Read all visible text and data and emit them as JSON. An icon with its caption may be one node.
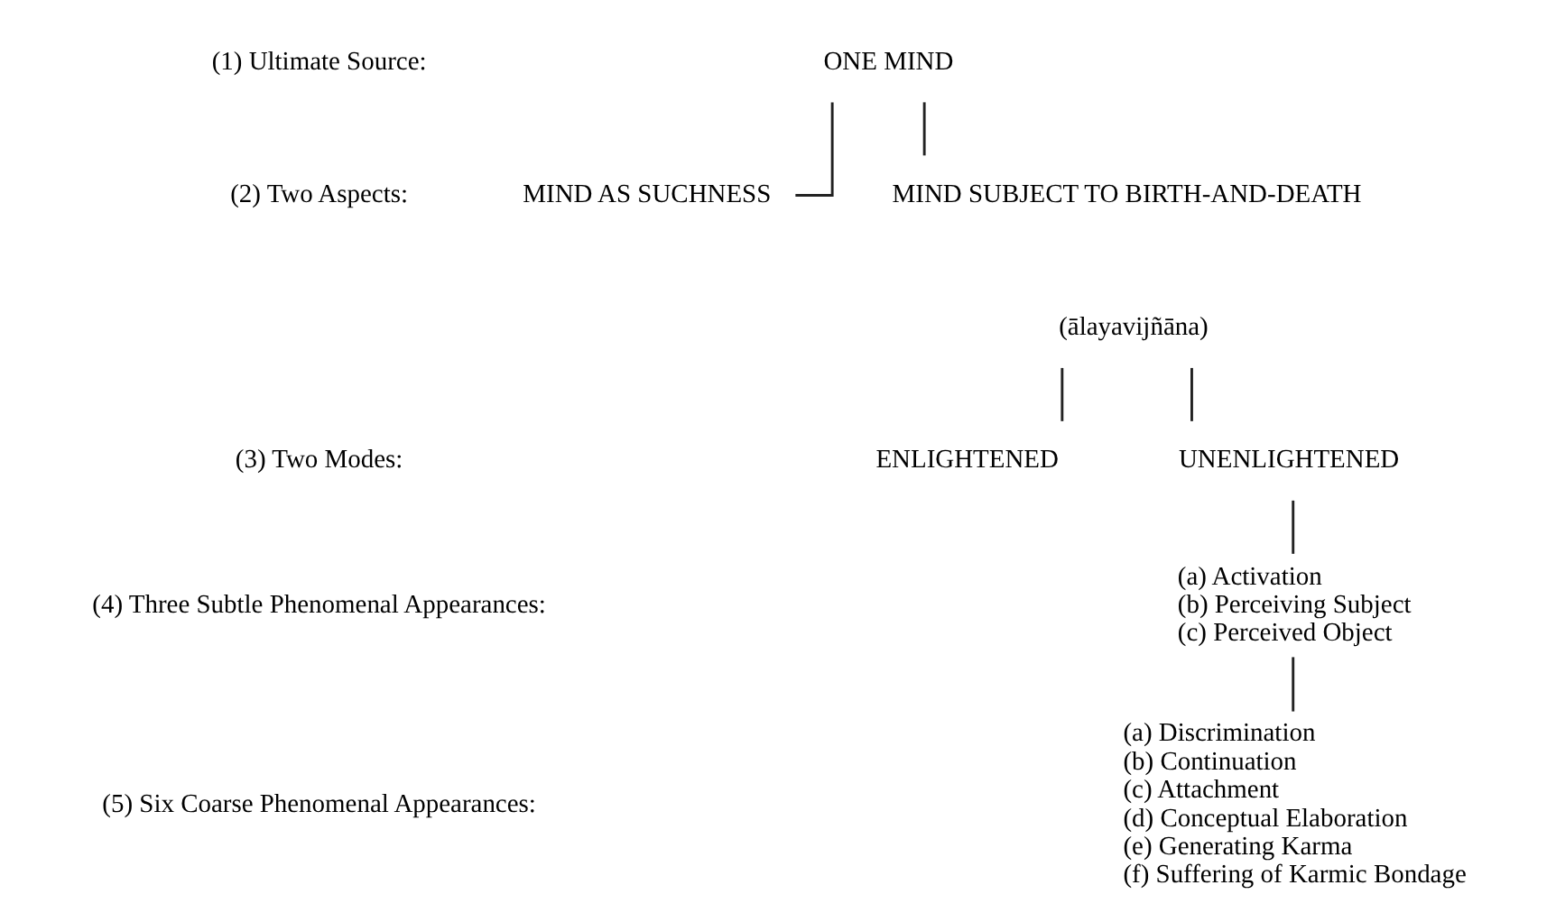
{
  "diagram": {
    "nodes": [
      {
        "text": [
          "ONE MIND"
        ]
      },
      {
        "text": [
          "MIND AS SUCHNESS"
        ]
      },
      {
        "text": [
          "MIND SUBJECT TO BIRTH-AND-DEATH"
        ]
      },
      {
        "text": [
          "(ālayavijñāna)"
        ]
      },
      {
        "text": [
          "ENLIGHTENED"
        ]
      },
      {
        "text": [
          "UNENLIGHTENED"
        ]
      },
      {
        "text": [
          "(a) Activation",
          "(b) Perceiving Subject",
          "(c) Perceived Object"
        ]
      },
      {
        "text": [
          "(a) Discrimination",
          "(b) Continuation",
          "(c) Attachment",
          "(d) Conceptual Elaboration",
          "(e) Generating Karma",
          "(f) Suffering of Karmic Bondage"
        ]
      }
    ],
    "edges": [
      {
        "from": 0,
        "to": 1,
        "arrow": "none"
      },
      {
        "from": 0,
        "to": 2,
        "arrow": "none"
      },
      {
        "from": 3,
        "to": 4,
        "arrow": "none"
      },
      {
        "from": 3,
        "to": 5,
        "arrow": "none"
      },
      {
        "from": 5,
        "to": 6,
        "arrow": "none"
      },
      {
        "from": 6,
        "to": 7,
        "arrow": "none"
      }
    ],
    "labels": [
      "(1) Ultimate Source:",
      "(2) Two Aspects:",
      "(3) Two Modes:",
      "(4) Three Subtle Phenomenal Appearances:",
      "(5) Six Coarse Phenomenal Appearances:"
    ]
  }
}
